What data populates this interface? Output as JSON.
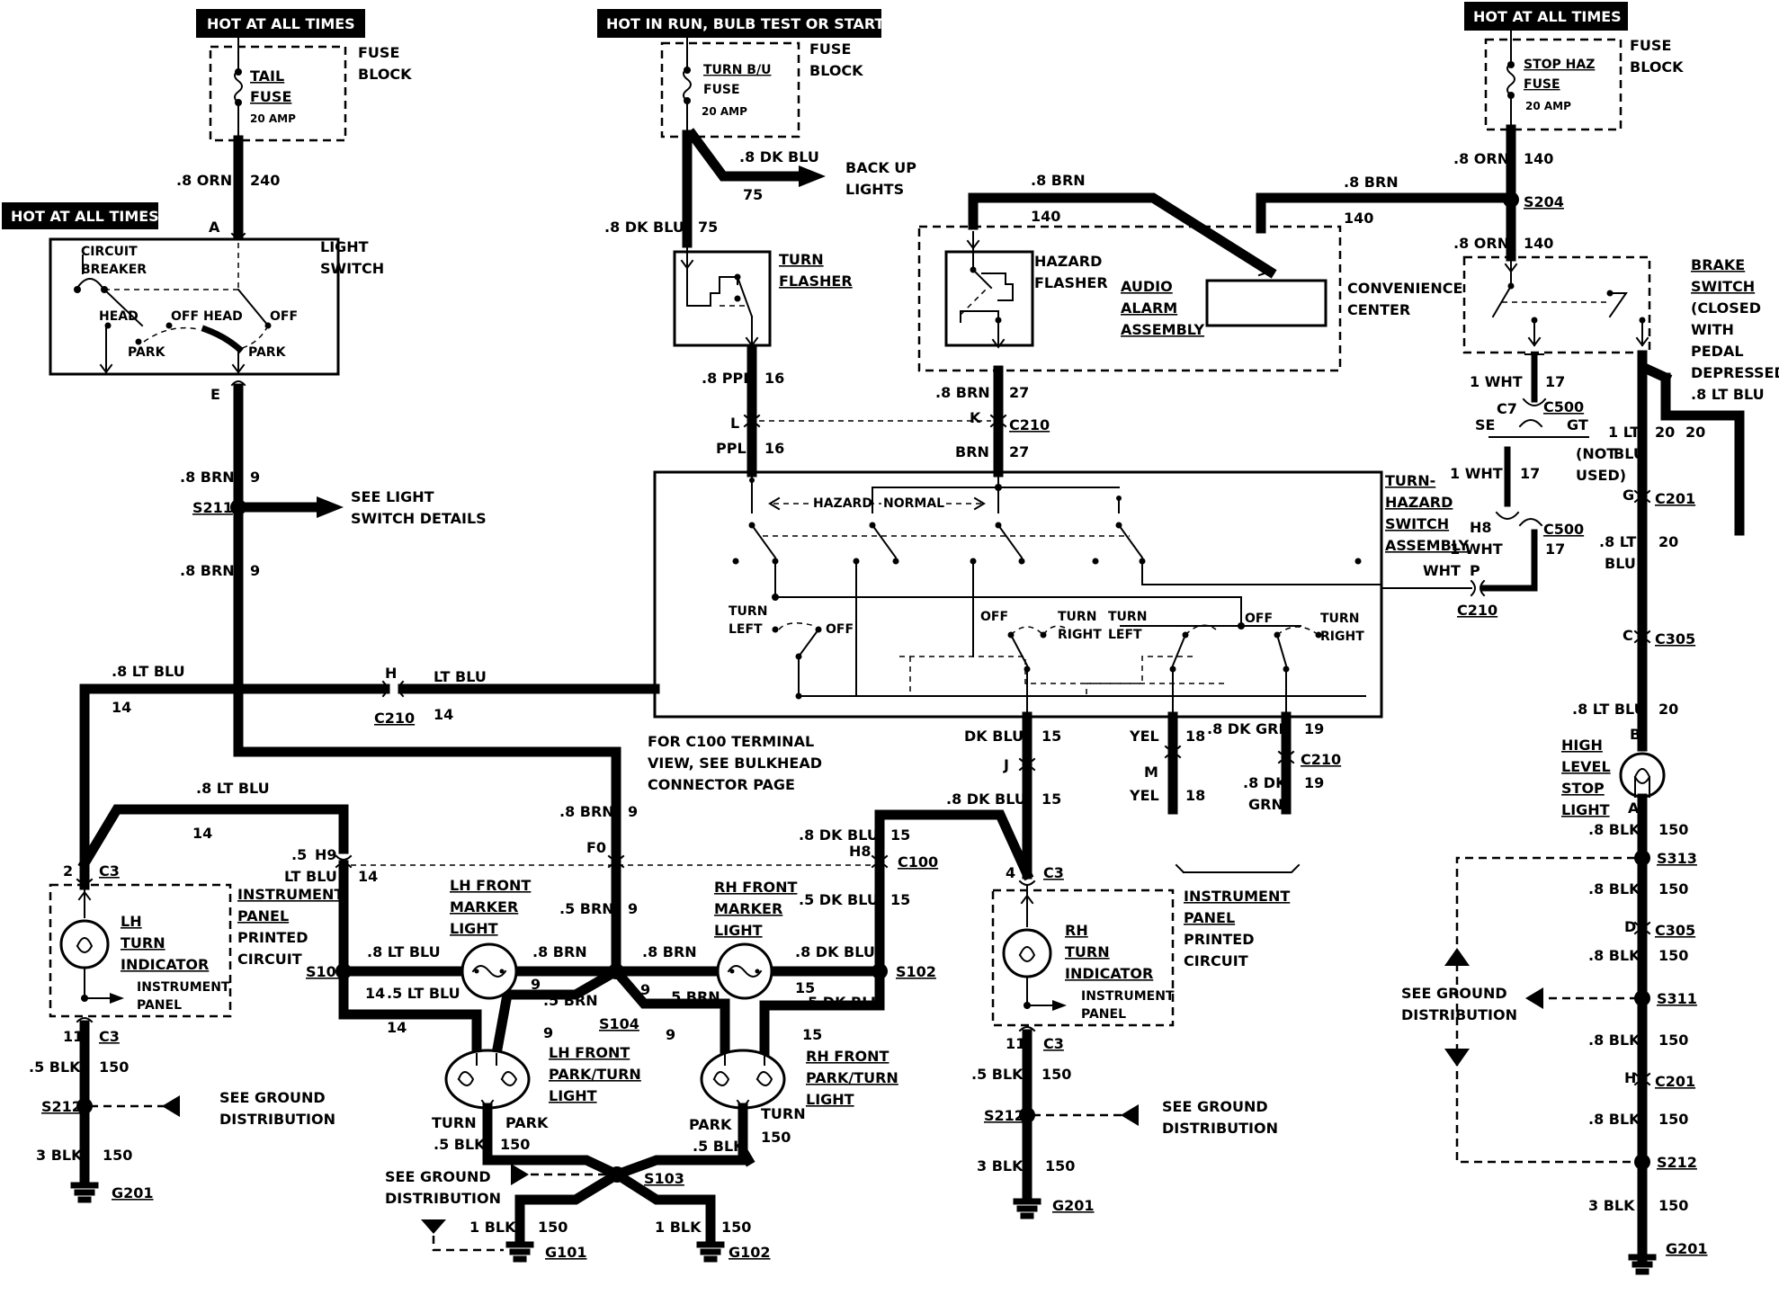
{
  "headers": {
    "hot_left": "HOT AT ALL TIMES",
    "hot_left2": "HOT AT ALL TIMES",
    "hot_run": "HOT IN RUN, BULB TEST OR START",
    "hot_right": "HOT AT ALL TIMES"
  },
  "fuses": {
    "tail": {
      "name1": "TAIL",
      "name2": "FUSE",
      "rating": "20 AMP",
      "block1": "FUSE",
      "block2": "BLOCK"
    },
    "turn": {
      "name1": "TURN B/U",
      "name2": "FUSE",
      "rating": "20 AMP",
      "block1": "FUSE",
      "block2": "BLOCK"
    },
    "stop": {
      "name1": "STOP HAZ",
      "name2": "FUSE",
      "rating": "20 AMP",
      "block1": "FUSE",
      "block2": "BLOCK"
    }
  },
  "light_switch": {
    "label1": "LIGHT",
    "label2": "SWITCH",
    "cb1": "CIRCUIT",
    "cb2": "BREAKER",
    "head": "HEAD",
    "off": "OFF",
    "park": "PARK",
    "conn_a": "A",
    "conn_e": "E"
  },
  "turn_flasher": {
    "label1": "TURN",
    "label2": "FLASHER"
  },
  "hazard": {
    "label1": "HAZARD",
    "label2": "FLASHER"
  },
  "audio_alarm": {
    "l1": "AUDIO",
    "l2": "ALARM",
    "l3": "ASSEMBLY"
  },
  "convenience": {
    "l1": "CONVENIENCE",
    "l2": "CENTER"
  },
  "brake_switch": {
    "l1": "BRAKE",
    "l2": "SWITCH",
    "l3": "(CLOSED",
    "l4": "WITH",
    "l5": "PEDAL",
    "l6": "DEPRESSED)"
  },
  "turn_hazard": {
    "l1": "TURN-",
    "l2": "HAZARD",
    "l3": "SWITCH",
    "l4": "ASSEMBLY",
    "hazard": "HAZARD",
    "normal": "NORMAL",
    "turn": "TURN",
    "left": "LEFT",
    "right": "RIGHT",
    "off": "OFF"
  },
  "wires": {
    "w_8orn": ".8 ORN",
    "c240": "240",
    "w_8brn": ".8 BRN",
    "c9": "9",
    "w_8dkblu": ".8 DK BLU",
    "c75": "75",
    "backup1": "BACK UP",
    "backup2": "LIGHTS",
    "w_8ppl": ".8 PPL",
    "c16": "16",
    "ppl": "PPL",
    "c140": "140",
    "c27": "27",
    "brn": "BRN",
    "c17": "17",
    "c20": "20",
    "w_1wht": "1 WHT",
    "wht": "WHT",
    "w_8ltblu": ".8 LT BLU",
    "ltblu": "LT BLU",
    "c14": "14",
    "w_1lt": "1 LT",
    "blu": "BLU",
    "w_8lt": ".8 LT",
    "w_5ltblu": ".5 LT BLU",
    "w_5": ".5",
    "w_5brn": ".5 BRN",
    "w_5dkblu": ".5 DK BLU",
    "c15": "15",
    "dkblu": "DK BLU",
    "yel": "YEL",
    "c18": "18",
    "w_8dkgrn": ".8 DK GRN",
    "c19": "19",
    "w_8dk": ".8 DK",
    "grn": "GRN",
    "w_5blk": ".5 BLK",
    "c150": "150",
    "w_3blk": "3 BLK",
    "w_1blk": "1 BLK",
    "w_8blk": ".8 BLK",
    "notused1": "(NOT",
    "notused2": "USED)"
  },
  "connectors": {
    "s204": "S204",
    "s211": "S211",
    "s101": "S101",
    "s102": "S102",
    "s103": "S103",
    "s104": "S104",
    "s212": "S212",
    "s311": "S311",
    "s313": "S313",
    "c210": "C210",
    "c500": "C500",
    "c201": "C201",
    "c305": "C305",
    "c100": "C100",
    "c3": "C3",
    "c7": "C7",
    "g201": "G201",
    "g101": "G101",
    "g102": "G102",
    "L": "L",
    "K": "K",
    "H": "H",
    "J": "J",
    "M": "M",
    "P": "P",
    "G": "G",
    "C": "C",
    "B": "B",
    "D": "D",
    "H9": "H9",
    "F0": "F0",
    "H8": "H8",
    "SE": "SE",
    "GT": "GT",
    "n2": "2",
    "n4": "4",
    "n11": "11"
  },
  "notes": {
    "see_light1": "SEE LIGHT",
    "see_light2": "SWITCH DETAILS",
    "c100a": "FOR C100 TERMINAL",
    "c100b": "VIEW, SEE BULKHEAD",
    "c100c": "CONNECTOR PAGE",
    "see_ground": "SEE GROUND",
    "distribution": "DISTRIBUTION"
  },
  "components": {
    "lh_turn": {
      "l1": "LH",
      "l2": "TURN",
      "l3": "INDICATOR",
      "ip1": "INSTRUMENT",
      "ip2": "PANEL"
    },
    "rh_turn": {
      "l1": "RH",
      "l2": "TURN",
      "l3": "INDICATOR",
      "ip1": "INSTRUMENT",
      "ip2": "PANEL"
    },
    "ipc_left": {
      "l1": "INSTRUMENT",
      "l2": "PANEL",
      "l3": "PRINTED",
      "l4": "CIRCUIT"
    },
    "ipc_right": {
      "l1": "INSTRUMENT",
      "l2": "PANEL",
      "l3": "PRINTED",
      "l4": "CIRCUIT"
    },
    "lh_marker": {
      "l1": "LH FRONT",
      "l2": "MARKER",
      "l3": "LIGHT"
    },
    "rh_marker": {
      "l1": "RH FRONT",
      "l2": "MARKER",
      "l3": "LIGHT"
    },
    "lh_park": {
      "l1": "LH FRONT",
      "l2": "PARK/TURN",
      "l3": "LIGHT",
      "turn": "TURN",
      "park": "PARK"
    },
    "rh_park": {
      "l1": "RH FRONT",
      "l2": "PARK/TURN",
      "l3": "LIGHT",
      "turn": "TURN",
      "park": "PARK"
    },
    "hl_stop": {
      "l1": "HIGH",
      "l2": "LEVEL",
      "l3": "STOP",
      "l4": "LIGHT"
    }
  }
}
